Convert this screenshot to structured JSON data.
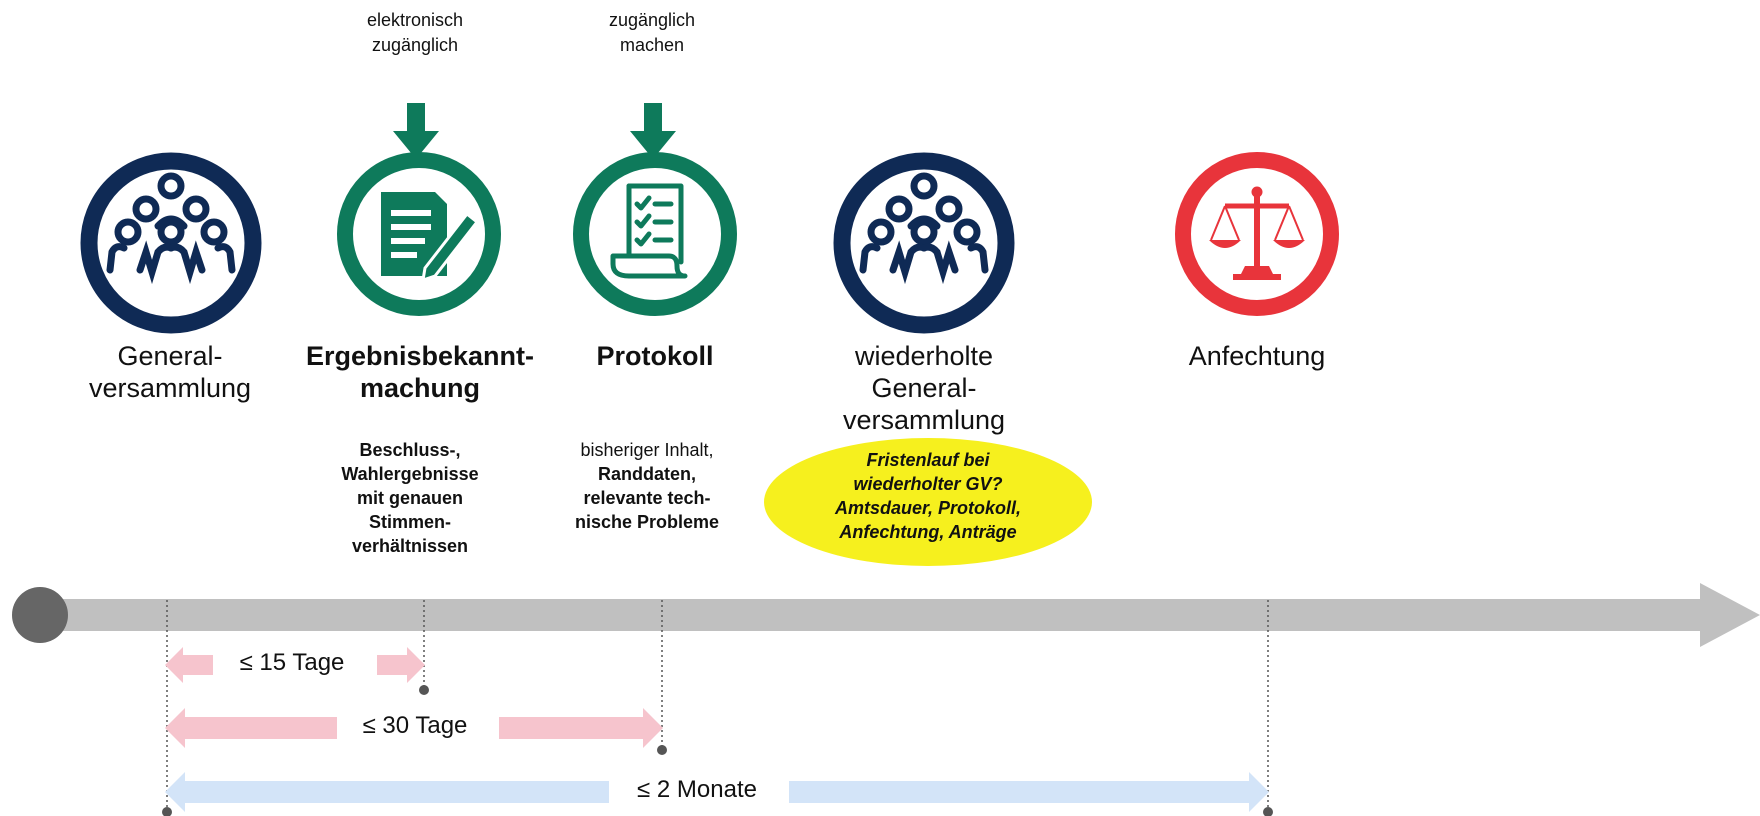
{
  "colors": {
    "navy": "#0f2a55",
    "green": "#0e7a5b",
    "red": "#e8343b",
    "timeline_gray": "#c0c0c0",
    "start_dot": "#666666",
    "pink_range": "#f6c4cd",
    "blue_range": "#d3e4f8",
    "callout_yellow": "#f6f01e"
  },
  "top_notes": {
    "ergebnis": [
      "elektronisch",
      "zugänglich"
    ],
    "protokoll": [
      "zugänglich",
      "machen"
    ]
  },
  "stages": [
    {
      "id": "gv1",
      "icon": "people-group-icon",
      "label_lines": [
        "General-",
        "versammlung"
      ],
      "bold": false
    },
    {
      "id": "ergebnis",
      "icon": "document-pen-icon",
      "label_lines": [
        "Ergebnisbekannt-",
        "machung"
      ],
      "bold": true,
      "details": [
        "Beschluss-,",
        "Wahlergebnisse",
        "mit genauen",
        "Stimmen-",
        "verhältnissen"
      ]
    },
    {
      "id": "protokoll",
      "icon": "checklist-scroll-icon",
      "label_lines": [
        "Protokoll"
      ],
      "bold": true,
      "details_plain": "bisheriger Inhalt,",
      "details": [
        "Randdaten,",
        "relevante tech-",
        "nische Probleme"
      ]
    },
    {
      "id": "gv2",
      "icon": "people-group-icon",
      "label_lines": [
        "wiederholte",
        "General-",
        "versammlung"
      ],
      "bold": false
    },
    {
      "id": "anfechtung",
      "icon": "scales-of-justice-icon",
      "label_lines": [
        "Anfechtung"
      ],
      "bold": false
    }
  ],
  "callout": {
    "lines": [
      "Fristenlauf bei",
      "wiederholter GV?",
      "Amtsdauer, Protokoll,",
      "Anfechtung, Anträge"
    ]
  },
  "ranges": [
    {
      "label": "≤ 15 Tage",
      "color": "pink"
    },
    {
      "label": "≤ 30 Tage",
      "color": "pink"
    },
    {
      "label": "≤ 2 Monate",
      "color": "blue"
    }
  ]
}
